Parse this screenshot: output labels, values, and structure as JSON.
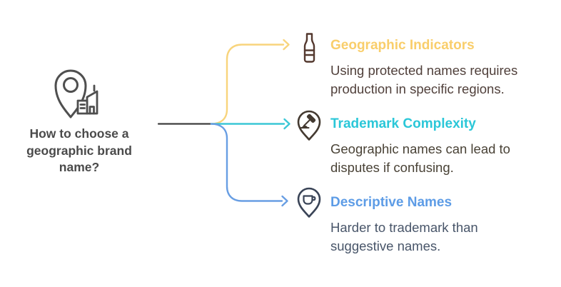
{
  "diagram": {
    "background": "#FFFFFF",
    "root": {
      "label": "How to choose a geographic brand name?",
      "icon": "location-pin-building-icon",
      "text_color": "#4A4A4A",
      "icon_color": "#4F4F4F"
    },
    "trunk": {
      "line_color": "#3F3F3F"
    },
    "branches": [
      {
        "title": "Geographic Indicators",
        "title_color": "#F9CE6B",
        "description": "Using protected names requires production in specific regions.",
        "description_color": "#50403B",
        "line_color": "#F8D47C",
        "icon": "wine-bottle-icon",
        "icon_color": "#53382E"
      },
      {
        "title": "Trademark Complexity",
        "title_color": "#2BC7D8",
        "description": "Geographic names can lead to disputes if confusing.",
        "description_color": "#494236",
        "line_color": "#3BC7D6",
        "icon": "gavel-location-pin-icon",
        "icon_color": "#443A31"
      },
      {
        "title": "Descriptive Names",
        "title_color": "#5D9CE6",
        "description": "Harder to trademark than suggestive names.",
        "description_color": "#485569",
        "line_color": "#689EE3",
        "icon": "coffee-cup-location-pin-icon",
        "icon_color": "#3A4457"
      }
    ]
  }
}
